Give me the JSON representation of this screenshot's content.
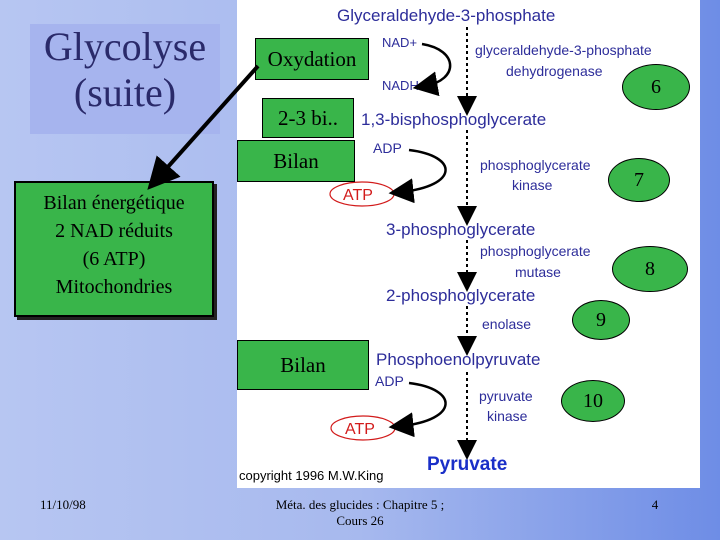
{
  "slide": {
    "title_line1": "Glycolyse",
    "title_line2": "(suite)",
    "bilan_box": {
      "line1": "Bilan énergétique",
      "line2": "2 NAD réduits",
      "line3": "(6 ATP)",
      "line4": "Mitochondries"
    },
    "oxydation_label": "Oxydation",
    "bi_label": "2-3 bi..",
    "bilan_label_1": "Bilan",
    "bilan_label_2": "Bilan",
    "step_numbers": [
      "6",
      "7",
      "8",
      "9",
      "10"
    ]
  },
  "pathway": {
    "metabolites": {
      "g3p": "Glyceraldehyde-3-phosphate",
      "bpg": "1,3-bisphosphoglycerate",
      "pg3": "3-phosphoglycerate",
      "pg2": "2-phosphoglycerate",
      "pep": "Phosphoenolpyruvate",
      "pyr": "Pyruvate"
    },
    "cofactors": {
      "nad": "NAD+",
      "nadh": "NADH",
      "adp1": "ADP",
      "atp1": "ATP",
      "adp2": "ADP",
      "atp2": "ATP"
    },
    "enzymes": {
      "gapdh_1": "glyceraldehyde-3-phosphate",
      "gapdh_2": "dehydrogenase",
      "pgk_1": "phosphoglycerate",
      "pgk_2": "kinase",
      "pgm_1": "phosphoglycerate",
      "pgm_2": "mutase",
      "eno": "enolase",
      "pk_1": "pyruvate",
      "pk_2": "kinase"
    },
    "copyright": "copyright 1996 M.W.King",
    "colors": {
      "metabolite": "#2d2d9a",
      "enzyme": "#2d2d9a",
      "atp": "#d21b1b",
      "pyruvate": "#1a2fc8",
      "arrow": "#000000"
    }
  },
  "footer": {
    "date": "11/10/98",
    "center_line1": "Méta. des glucides : Chapitre 5 ;",
    "center_line2": "Cours 26",
    "page": "4"
  }
}
